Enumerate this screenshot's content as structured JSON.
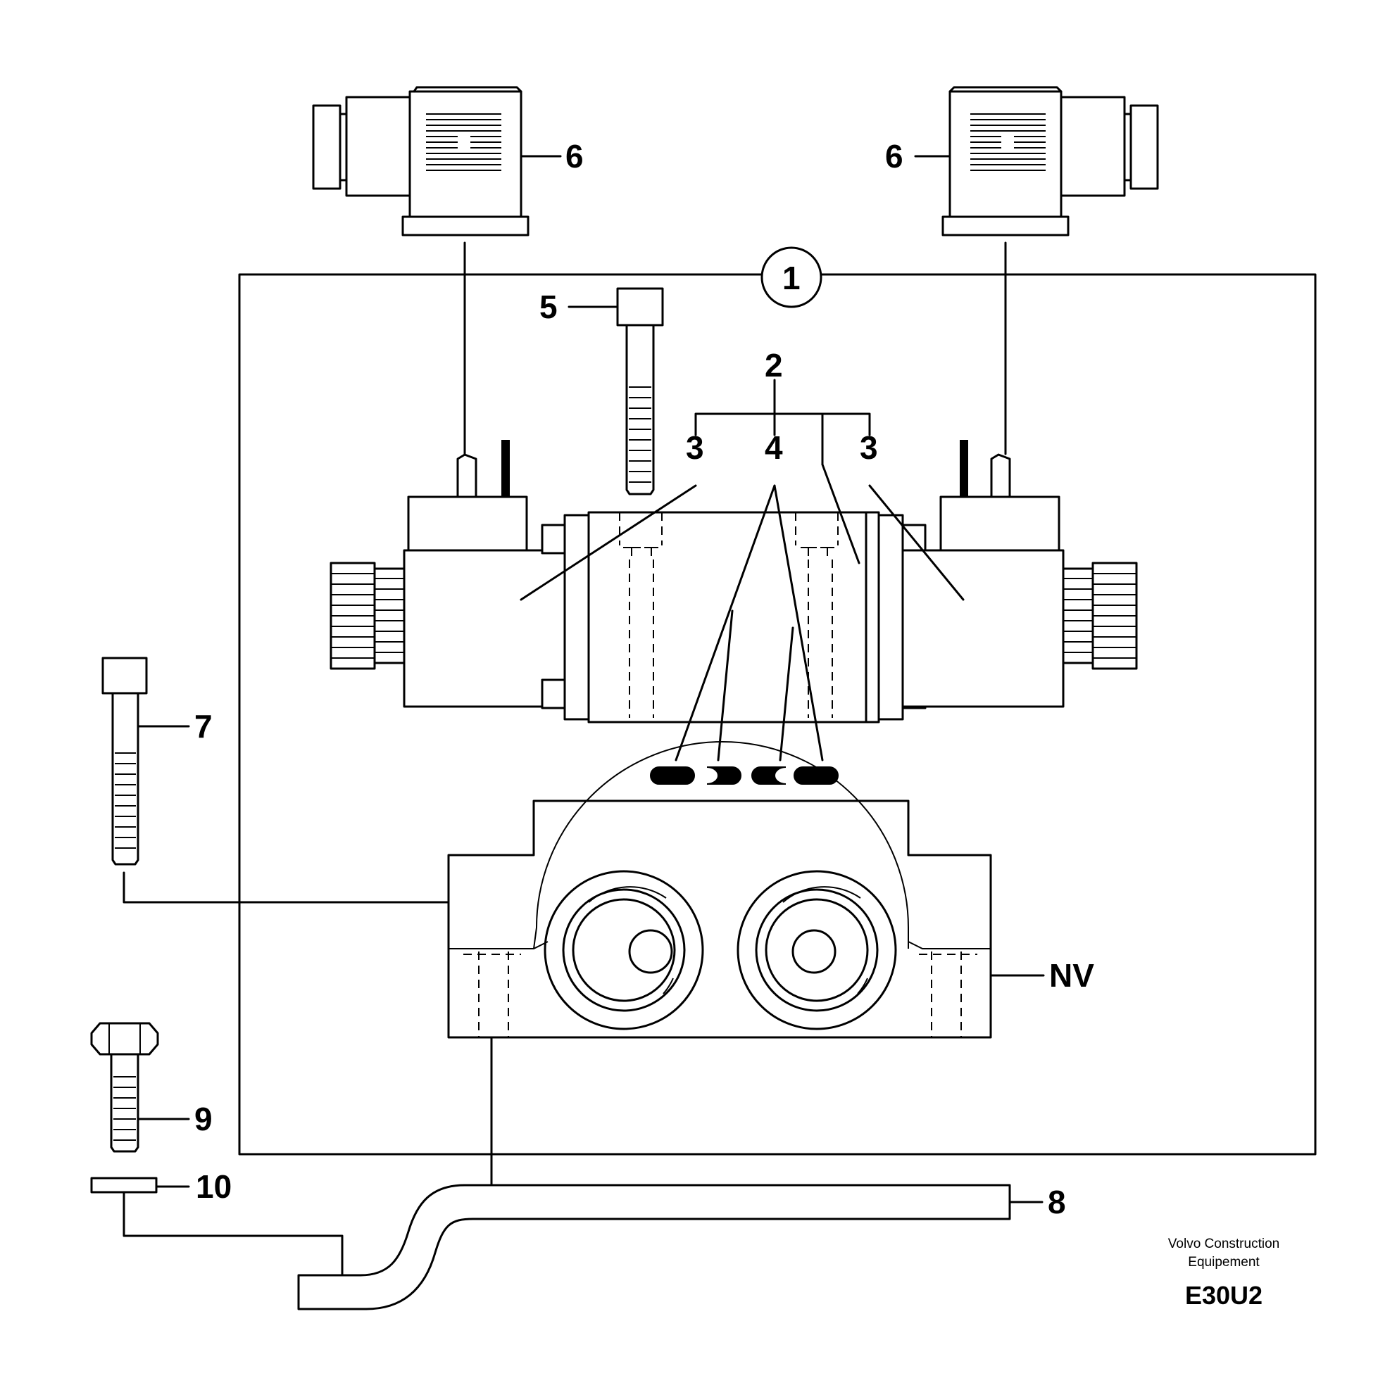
{
  "callouts": {
    "c1": "1",
    "c2": "2",
    "c3a": "3",
    "c3b": "3",
    "c4": "4",
    "c5": "5",
    "c6a": "6",
    "c6b": "6",
    "c7": "7",
    "c8": "8",
    "c9": "9",
    "c10": "10",
    "nv": "NV"
  },
  "footer": {
    "credit_line1": "Volvo Construction",
    "credit_line2": "Equipement",
    "code": "E30U2"
  }
}
